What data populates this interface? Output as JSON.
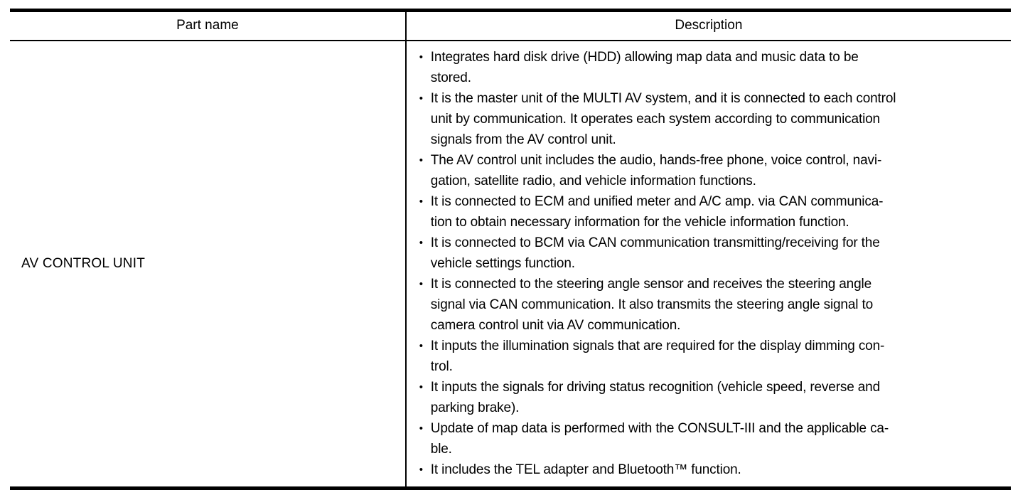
{
  "page": {
    "background_color": "#ffffff",
    "text_color": "#000000",
    "border_color": "#000000"
  },
  "table": {
    "bullet_char": "•",
    "columns": [
      {
        "label": "Part name"
      },
      {
        "label": "Description"
      }
    ],
    "rows": [
      {
        "part_name": "AV CONTROL UNIT",
        "description_bullets": [
          "Integrates hard disk drive (HDD) allowing map data and music data to be\nstored.",
          "It is the master unit of the MULTI AV system, and it is connected to each control\nunit by communication. It operates each system according to communication\nsignals from the AV control unit.",
          "The AV control unit includes the audio, hands-free phone, voice control, navi-\ngation, satellite radio, and vehicle information functions.",
          "It is connected to ECM and unified meter and A/C amp. via CAN communica-\ntion to obtain necessary information for the vehicle information function.",
          "It is connected to BCM via CAN communication transmitting/receiving for the\nvehicle settings function.",
          "It is connected to the steering angle sensor and receives the steering angle\nsignal via CAN communication. It also transmits the steering angle signal to\ncamera control unit via AV communication.",
          "It inputs the illumination signals that are required for the display dimming con-\ntrol.",
          "It inputs the signals for driving status recognition (vehicle speed, reverse and\nparking brake).",
          "Update of map data is performed with the CONSULT-III and the applicable ca-\nble.",
          "It includes the TEL adapter and Bluetooth™ function."
        ]
      }
    ]
  }
}
